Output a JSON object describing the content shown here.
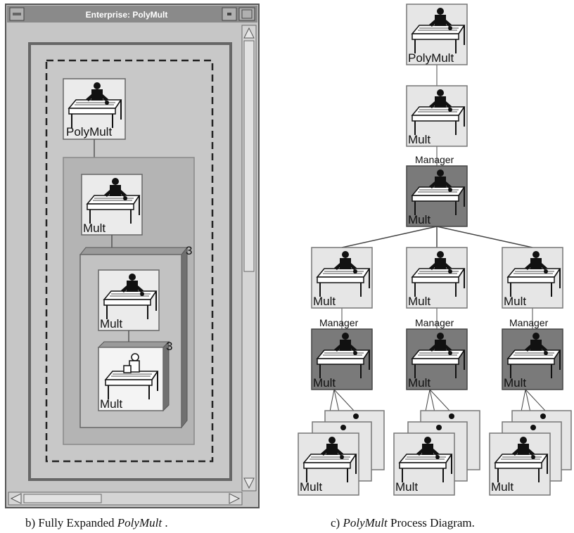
{
  "window": {
    "title": "Enterprise: PolyMult"
  },
  "panel_b": {
    "nodes": {
      "top": "PolyMult",
      "level1": "Mult",
      "level2": "Mult",
      "level3": "Mult"
    },
    "replication_counts": [
      "3",
      "3"
    ]
  },
  "panel_c": {
    "nodes": {
      "root": "PolyMult",
      "mult": "Mult",
      "manager_label": "Manager",
      "manager_node": "Mult",
      "children": [
        "Mult",
        "Mult",
        "Mult"
      ],
      "child_managers": [
        "Mult",
        "Mult",
        "Mult"
      ],
      "leaves": [
        "Mult",
        "Mult",
        "Mult"
      ]
    }
  },
  "captions": {
    "b_prefix": "b) Fully Expanded ",
    "b_name": "PolyMult",
    "b_suffix": " .",
    "c_prefix": "c) ",
    "c_name": "PolyMult",
    "c_suffix": " Process Diagram."
  },
  "colors": {
    "window_bg": "#c6c6c6",
    "titlebar": "#8a8a8a",
    "light_node": "#e6e6e6",
    "dark_node": "#7a7a7a"
  }
}
